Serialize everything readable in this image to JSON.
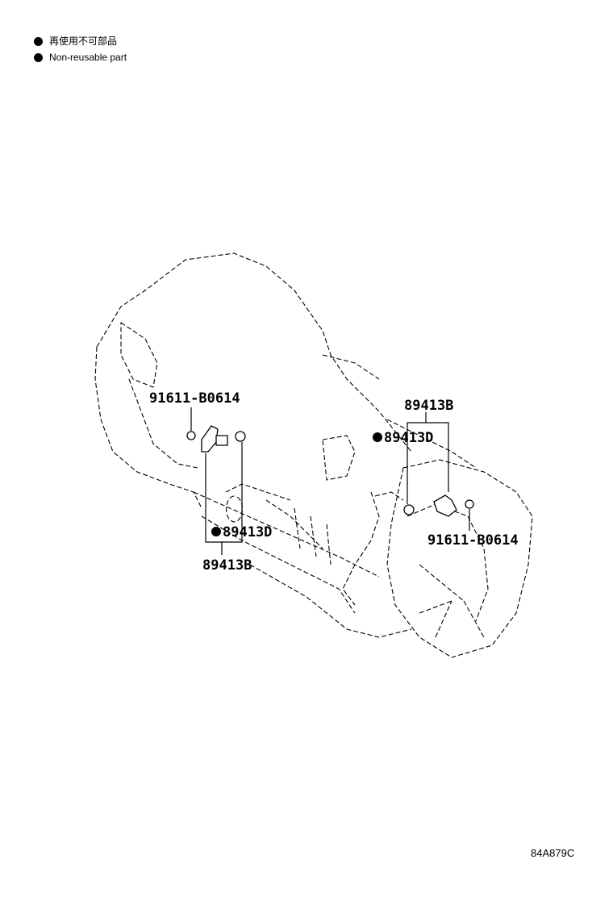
{
  "legend": {
    "items": [
      {
        "text_jp": "再使用不可部品"
      },
      {
        "text_en": "Non-reusable part"
      }
    ]
  },
  "callouts": {
    "bolt_left": "91611-B0614",
    "sensor_left_top": "89413B",
    "oring_left": "89413D",
    "sensor_right_top": "89413B",
    "oring_right": "89413D",
    "bolt_right": "91611-B0614"
  },
  "figure_code": "84A879C"
}
